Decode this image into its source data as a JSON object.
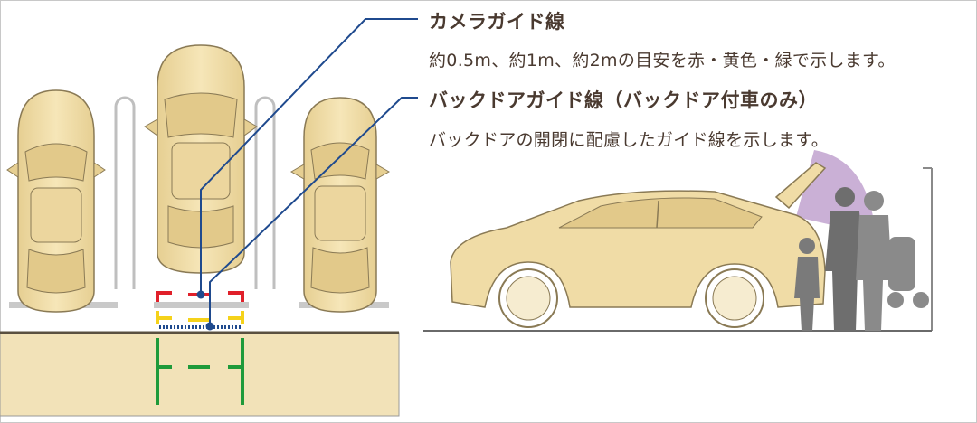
{
  "annotations": [
    {
      "title": "カメラガイド線",
      "description": "約0.5m、約1m、約2mの目安を赤・黄色・緑で示します。"
    },
    {
      "title": "バックドアガイド線（バックドア付車のみ）",
      "description": "バックドアの開閉に配慮したガイド線を示します。"
    }
  ],
  "colors": {
    "leader_line": "#1f4a8e",
    "guide_red": "#e0202a",
    "guide_yellow": "#f5d21a",
    "guide_green": "#1f9a3a",
    "backdoor_arc": "#b896c8",
    "car_body": "#f0dca6",
    "car_outline": "#8a7a55",
    "parking_floor": "#f2e2b8",
    "text": "#4a3a30"
  }
}
